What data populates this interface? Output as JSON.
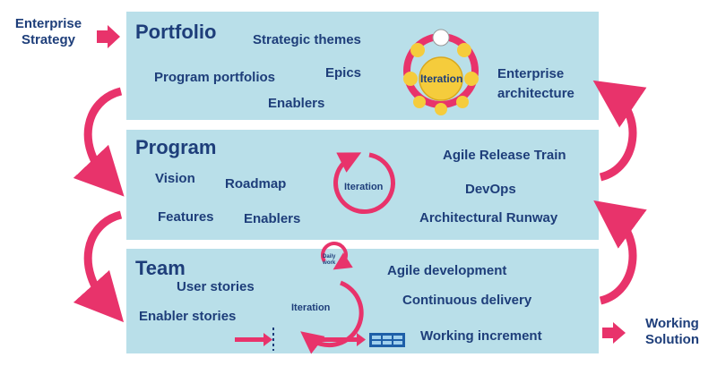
{
  "colors": {
    "band": "#b9dfe9",
    "text": "#1e3e7a",
    "arrow": "#e8336b"
  },
  "left_label": [
    "Enterprise",
    "Strategy"
  ],
  "right_label": [
    "Working",
    "Solution"
  ],
  "portfolio": {
    "title": "Portfolio",
    "items": [
      "Strategic themes",
      "Program portfolios",
      "Epics",
      "Enablers"
    ],
    "right": [
      "Enterprise",
      "architecture"
    ],
    "iteration": "Iteration"
  },
  "program": {
    "title": "Program",
    "items": [
      "Vision",
      "Roadmap",
      "Features",
      "Enablers"
    ],
    "right": [
      "Agile Release Train",
      "DevOps",
      "Architectural Runway"
    ],
    "iteration": "Iteration"
  },
  "team": {
    "title": "Team",
    "items": [
      "User stories",
      "Enabler stories"
    ],
    "right": [
      "Agile development",
      "Continuous delivery",
      "Working increment"
    ],
    "iteration": "Iteration",
    "daily": [
      "Daily",
      "work"
    ]
  }
}
